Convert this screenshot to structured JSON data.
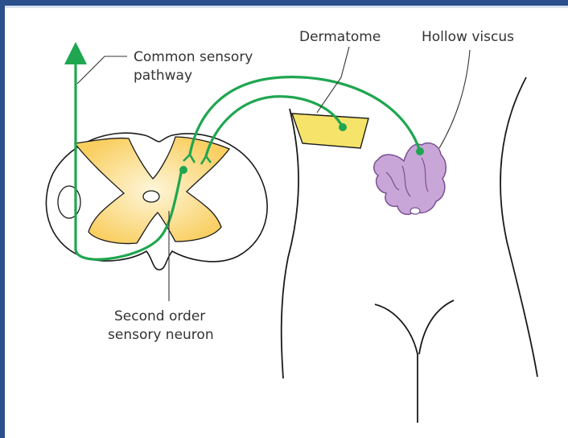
{
  "labels": {
    "common_sensory_pathway": [
      "Common sensory",
      "pathway"
    ],
    "dermatome": "Dermatome",
    "hollow_viscus": "Hollow viscus",
    "second_order_neuron": [
      "Second order",
      "sensory neuron"
    ]
  },
  "colors": {
    "pathway_green": "#1fa650",
    "grey_matter": "#fbd97a",
    "grey_matter_light": "#fef3d2",
    "dermatome_fill": "#f6e36a",
    "viscus_fill": "#c9a6d8",
    "viscus_stroke": "#7b4f93",
    "outline": "#1a1a1a",
    "frame": "#2b4f8c"
  }
}
